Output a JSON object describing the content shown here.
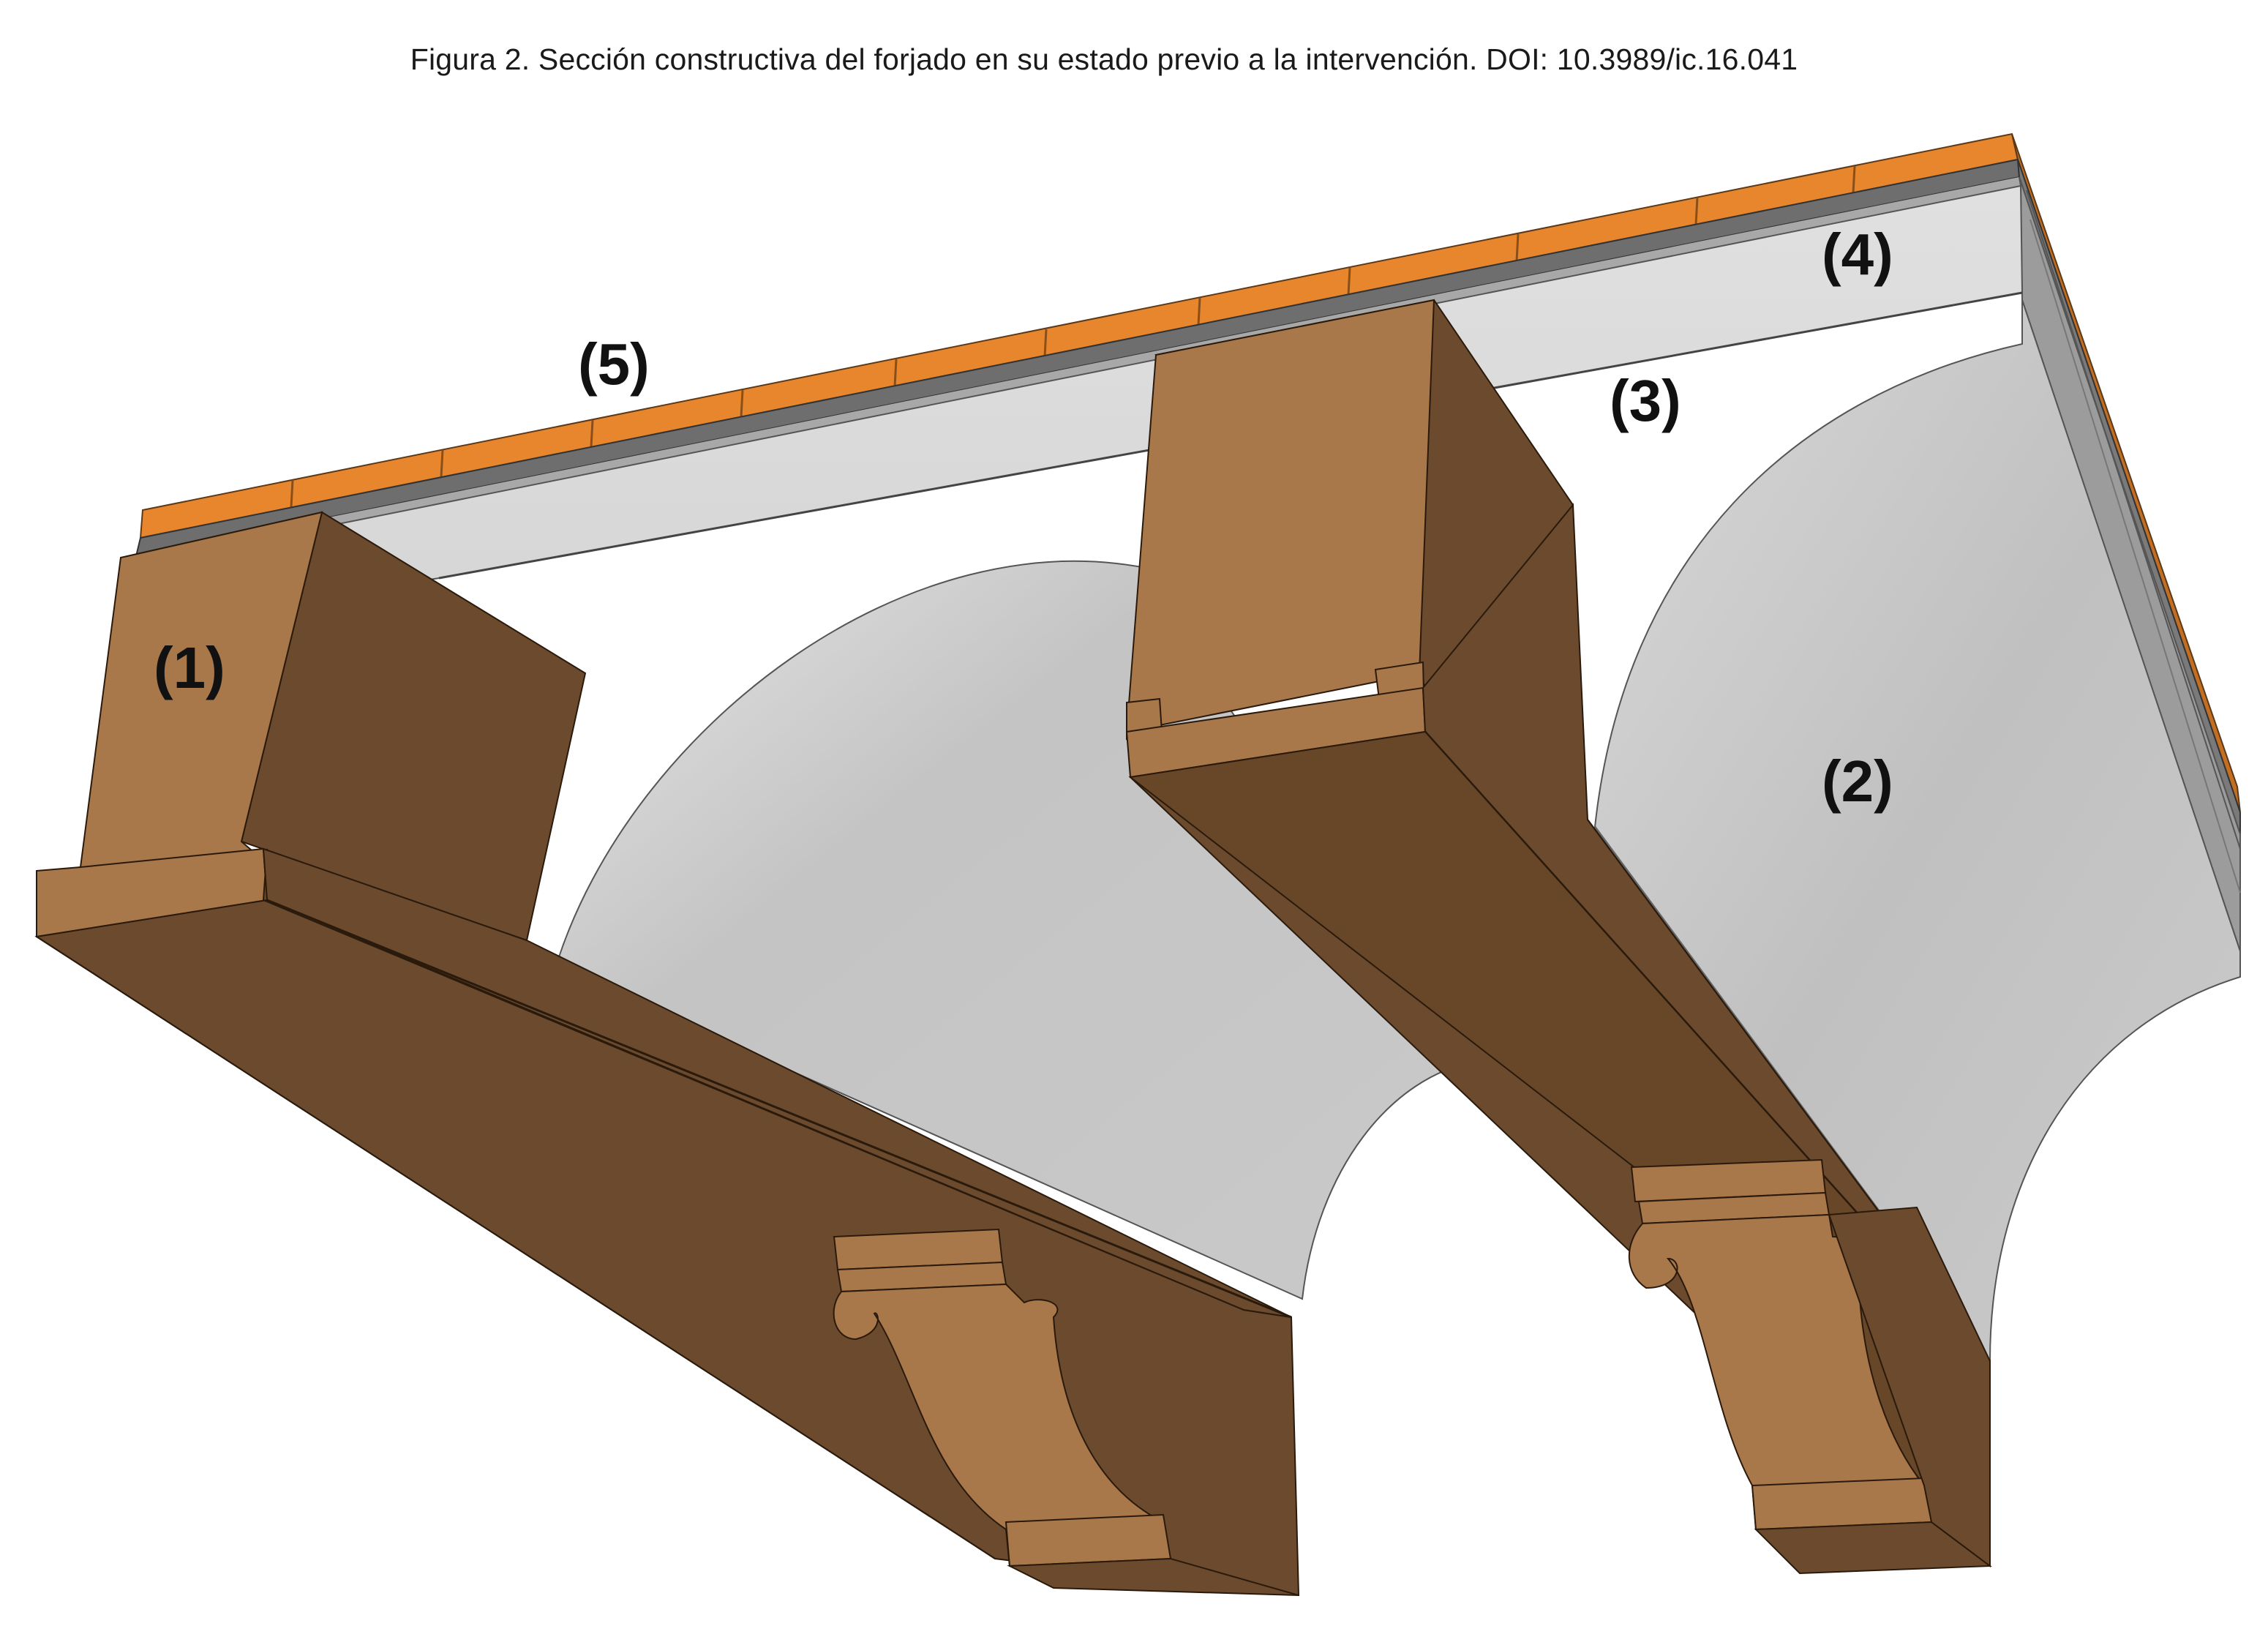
{
  "figure": {
    "caption": "Figura 2. Sección constructiva del forjado en su estado previo a la intervención. DOI: 10.3989/ic.16.041"
  },
  "labels": {
    "beam": "(1)",
    "vault": "(2)",
    "infill": "(3)",
    "screed": "(4)",
    "tiles": "(5)"
  },
  "colors": {
    "wood_light": "#a8774a",
    "wood_dark": "#6b4a2d",
    "tile": "#e8862e",
    "plaster_light": "#e4e4e4",
    "vault_grey": "#c6c6c6",
    "mortar_dark": "#6e6e6e"
  }
}
